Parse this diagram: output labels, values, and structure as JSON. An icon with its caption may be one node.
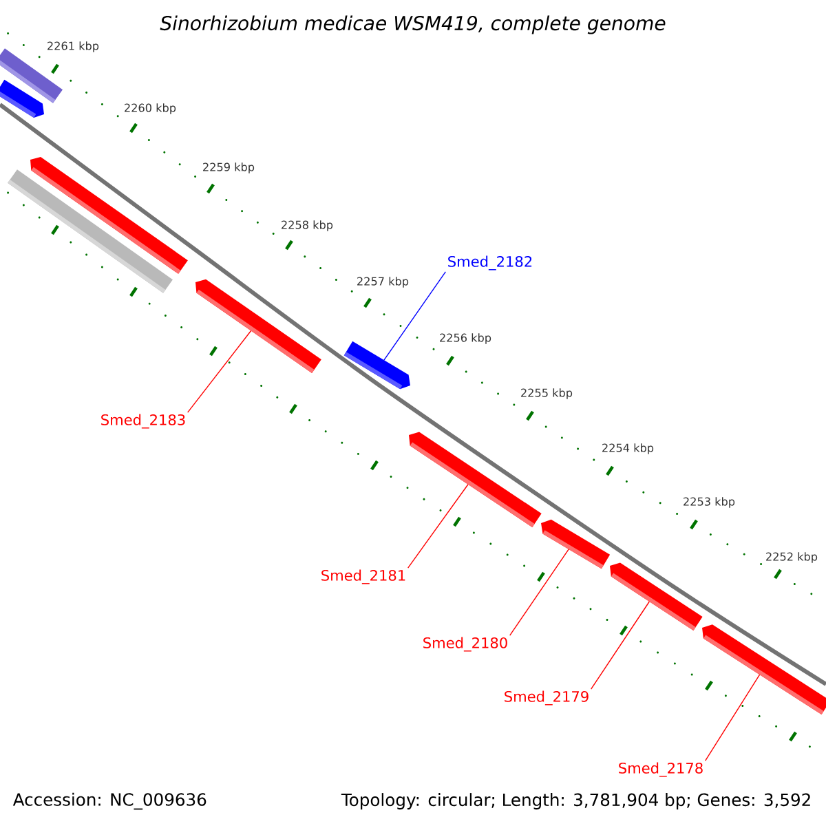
{
  "diagram": {
    "title": "Sinorhizobium medicae WSM419, complete genome",
    "nodes": [
      {
        "text": [],
        "shape": "bar"
      },
      {
        "text": [],
        "shape": "bar"
      },
      {
        "text": [],
        "shape": "bar"
      },
      {
        "text": [],
        "shape": "bar"
      },
      {
        "text": [],
        "shape": "bar"
      },
      {
        "text": [],
        "shape": "bar"
      },
      {
        "text": [],
        "shape": "bar"
      },
      {
        "text": [],
        "shape": "bar"
      },
      {
        "text": [],
        "shape": "bar"
      },
      {
        "text": [],
        "shape": "bar"
      },
      {
        "text": [
          "Smed_2182"
        ]
      },
      {
        "text": [
          "Smed_2183"
        ]
      },
      {
        "text": [
          "Smed_2181"
        ]
      },
      {
        "text": [
          "Smed_2180"
        ]
      },
      {
        "text": [
          "Smed_2179"
        ]
      },
      {
        "text": [
          "Smed_2178"
        ]
      }
    ],
    "edges": [
      {
        "from": 10,
        "to": 5,
        "arrow": "none",
        "color": "#0000ff"
      },
      {
        "from": 11,
        "to": 4,
        "arrow": "none"
      },
      {
        "from": 12,
        "to": 6,
        "arrow": "none"
      },
      {
        "from": 13,
        "to": 7,
        "arrow": "none"
      },
      {
        "from": 14,
        "to": 8,
        "arrow": "none"
      },
      {
        "from": 15,
        "to": 9,
        "arrow": "none"
      }
    ],
    "labels": [
      "2261 kbp",
      "2260 kbp",
      "2259 kbp",
      "2258 kbp",
      "2257 kbp",
      "2256 kbp",
      "2255 kbp",
      "2254 kbp",
      "2253 kbp",
      "2252 kbp",
      "Accession: NC_009636",
      "Topology: circular; Length: 3,781,904 bp; Genes: 3,592"
    ]
  }
}
